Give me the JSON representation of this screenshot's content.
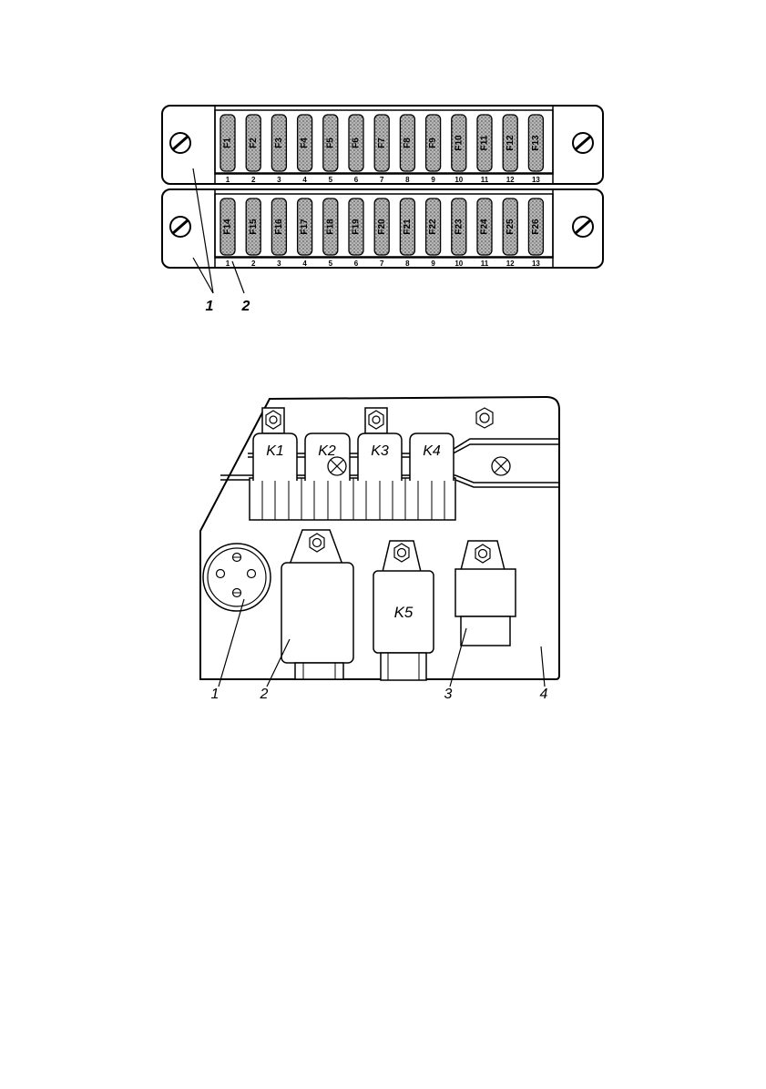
{
  "fuse_block": {
    "top_row": {
      "fuses": [
        "F1",
        "F2",
        "F3",
        "F4",
        "F5",
        "F6",
        "F7",
        "F8",
        "F9",
        "F10",
        "F11",
        "F12",
        "F13"
      ],
      "positions": [
        "1",
        "2",
        "3",
        "4",
        "5",
        "6",
        "7",
        "8",
        "9",
        "10",
        "11",
        "12",
        "13"
      ]
    },
    "bottom_row": {
      "fuses": [
        "F14",
        "F15",
        "F16",
        "F17",
        "F18",
        "F19",
        "F20",
        "F21",
        "F22",
        "F23",
        "F24",
        "F25",
        "F26"
      ],
      "positions": [
        "1",
        "2",
        "3",
        "4",
        "5",
        "6",
        "7",
        "8",
        "9",
        "10",
        "11",
        "12",
        "13"
      ]
    },
    "callouts": [
      "1",
      "2"
    ]
  },
  "relay_panel": {
    "relays": [
      "K1",
      "K2",
      "K3",
      "K4"
    ],
    "relay_k5": "K5",
    "callouts": [
      "1",
      "2",
      "3",
      "4"
    ]
  },
  "colors": {
    "ink": "#000000",
    "paper": "#ffffff",
    "fuse_fill": "#8a8a8a"
  }
}
